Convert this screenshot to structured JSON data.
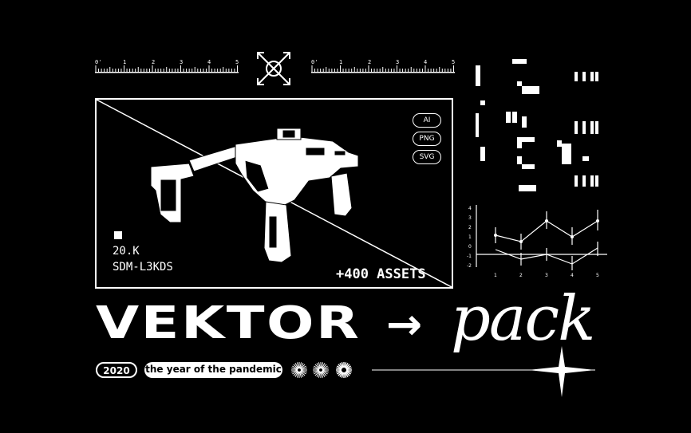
{
  "rulers": {
    "left_ticks": [
      "0'",
      "1",
      "2",
      "3",
      "4",
      "5"
    ],
    "right_ticks": [
      "0'",
      "1",
      "2",
      "3",
      "4",
      "5"
    ]
  },
  "formats": [
    "AI",
    "PNG",
    "SVG"
  ],
  "product": {
    "code_number": "20.K",
    "model": "SDM-L3KDS",
    "assets": "+400 ASSETS"
  },
  "headline": {
    "word": "VEKTOR",
    "arrow": "→",
    "script_word": "pack"
  },
  "footer": {
    "year": "2020",
    "tagline": "the year of the pandemic"
  },
  "mini_chart": {
    "y_ticks": [
      "4",
      "3",
      "2",
      "1",
      "0",
      "-1",
      "-2"
    ],
    "x_ticks": [
      "1",
      "2",
      "3",
      "4",
      "5"
    ]
  },
  "colors": {
    "background": "#000000",
    "foreground": "#ffffff"
  },
  "icons": {
    "target": "crosshair-target-icon",
    "weapon": "smg-weapon-illustration",
    "burst": "starburst-icon",
    "sparkle": "four-point-star-icon"
  }
}
